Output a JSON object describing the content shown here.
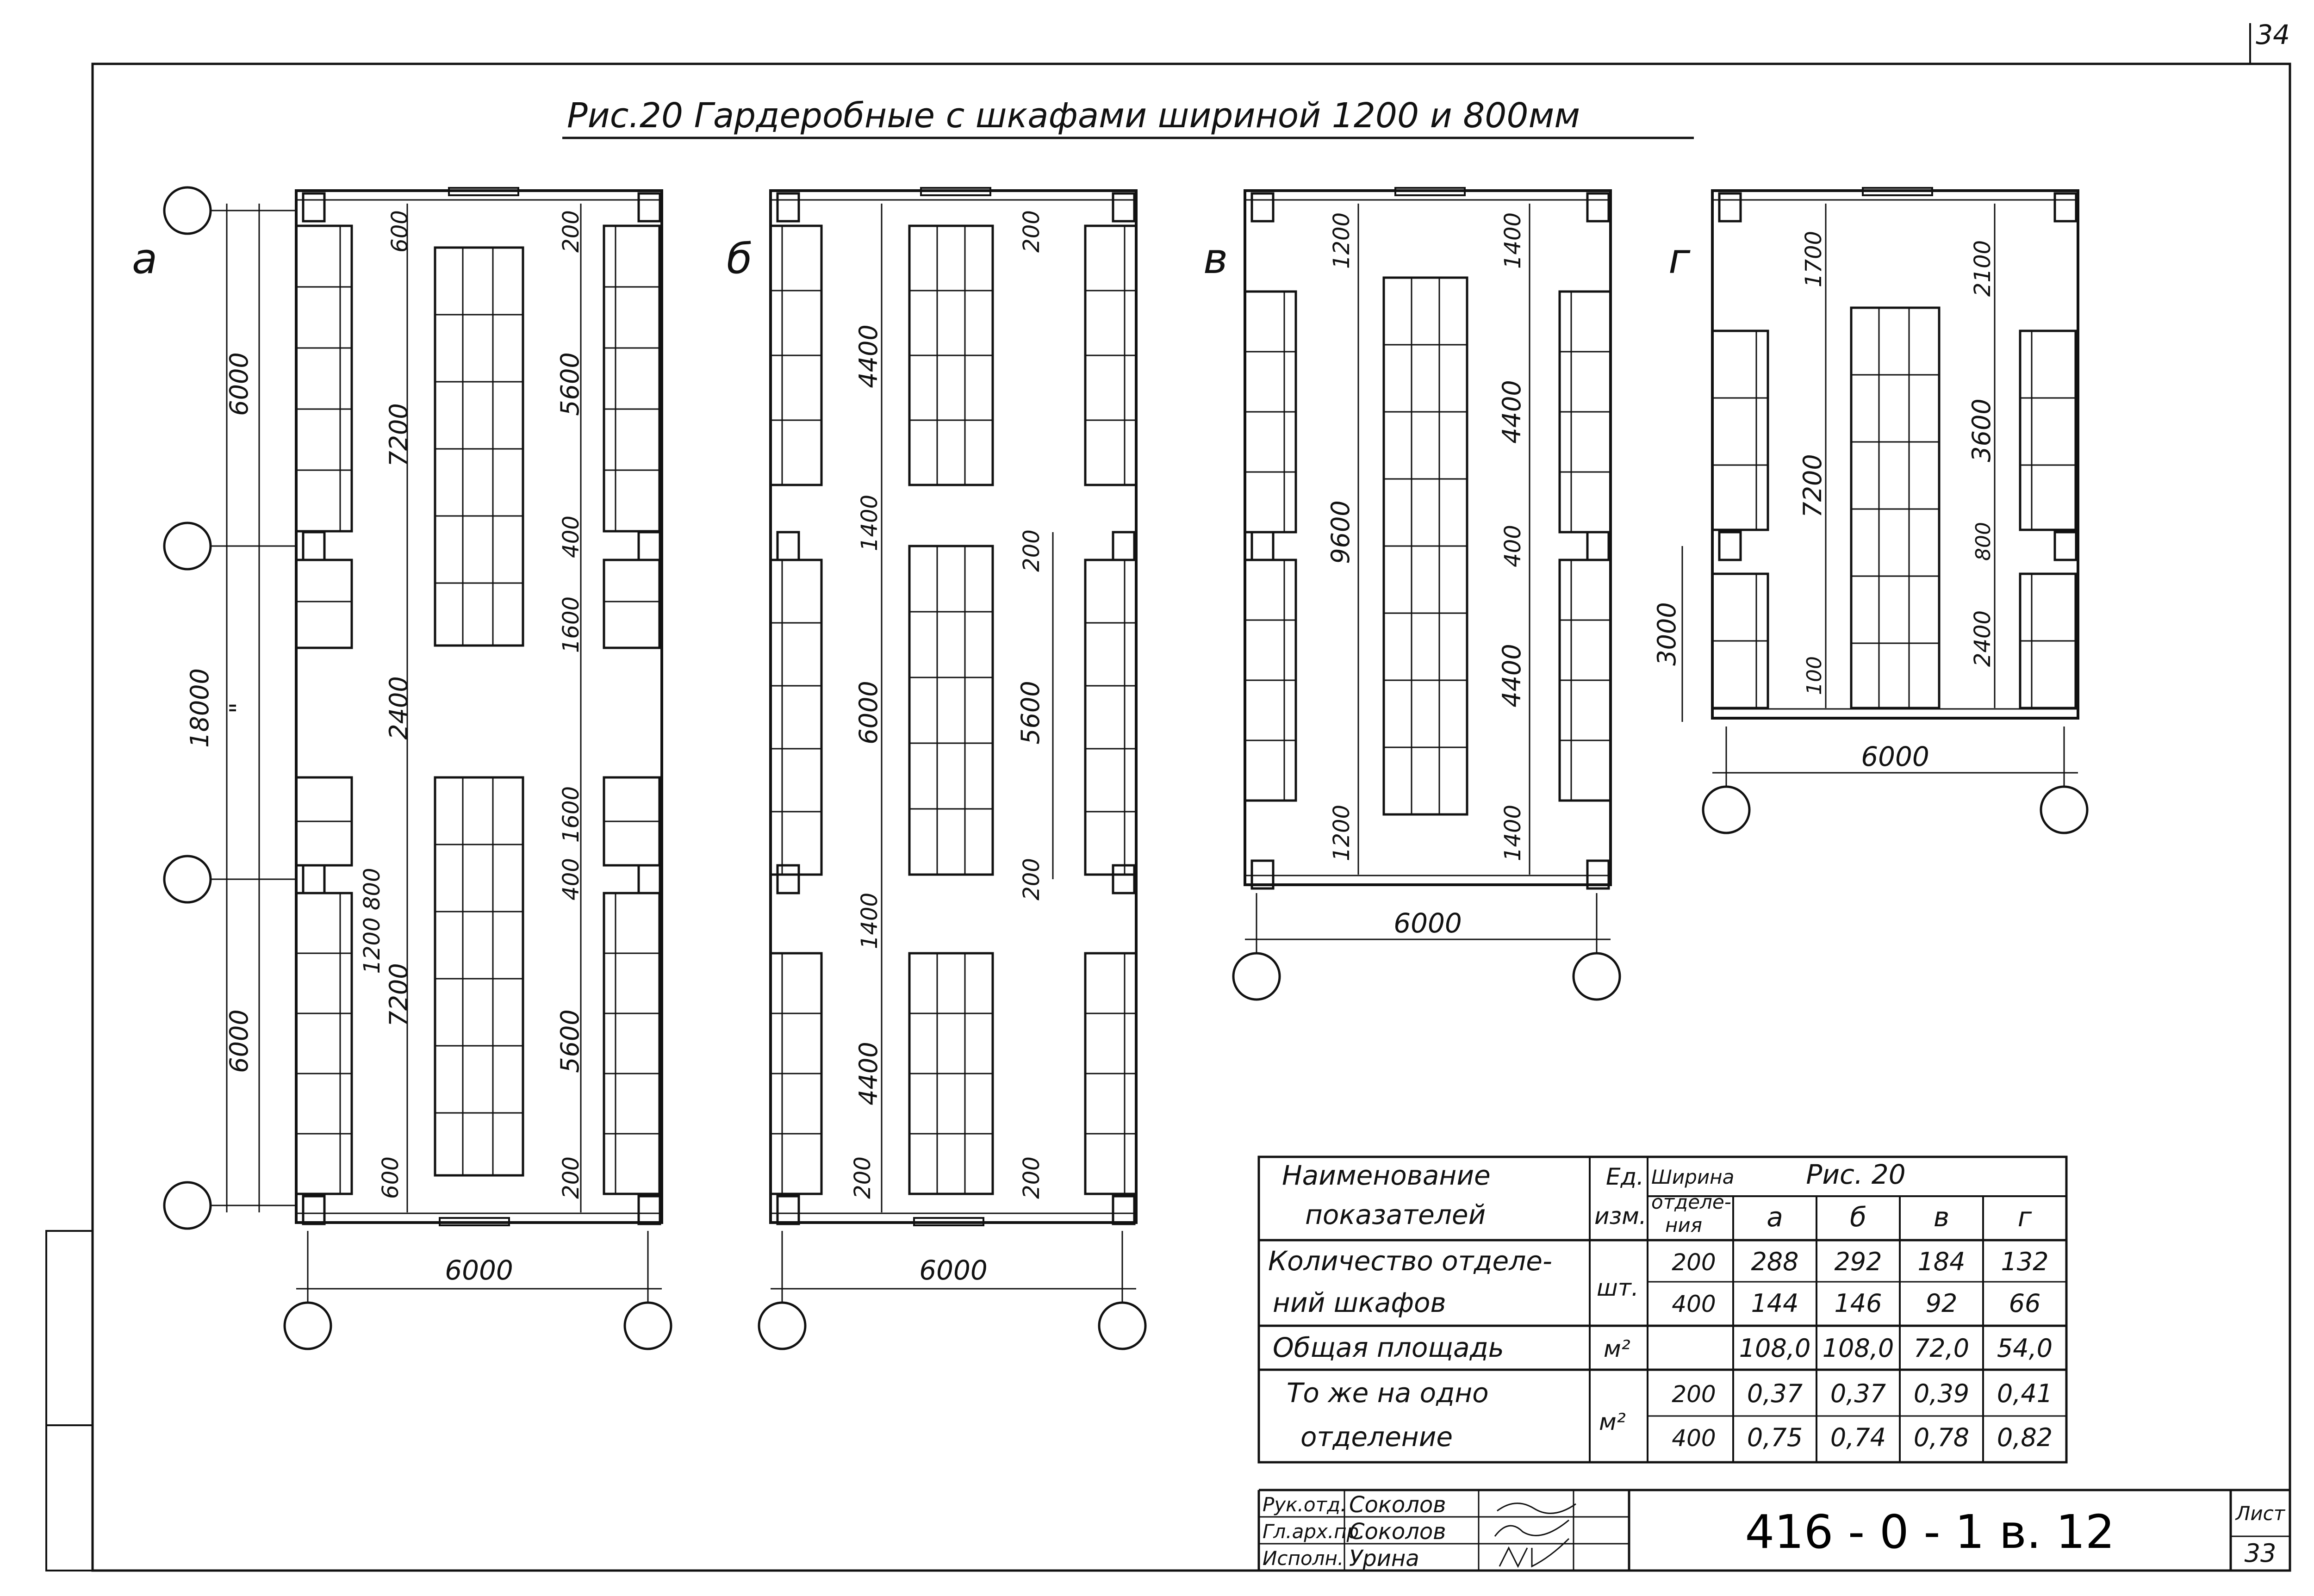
{
  "sheet": {
    "corner_number": "34",
    "title": "Рис.20  Гардеробные  с  шкафами  шириной  1200 и 800мм"
  },
  "variants": {
    "a": {
      "letter": "а",
      "dims_left": [
        "6000",
        "18000",
        "\"",
        "6000"
      ],
      "dims_inner_left": [
        "7200",
        "2400",
        "1200 800",
        "7200",
        "600",
        "600"
      ],
      "dims_inner_right": [
        "200",
        "5600",
        "400",
        "1600",
        "1600",
        "400",
        "5600",
        "200"
      ],
      "dim_bottom": "6000"
    },
    "b": {
      "letter": "б",
      "dims": [
        "4400",
        "1400",
        "6000",
        "1400",
        "4400",
        "200",
        "200",
        "200",
        "5600",
        "200",
        "200"
      ],
      "dim_bottom": "6000"
    },
    "v": {
      "letter": "в",
      "dims": [
        "1200",
        "9600",
        "1200",
        "1400",
        "4400",
        "400",
        "4400",
        "1400"
      ],
      "dim_bottom": "6000"
    },
    "g": {
      "letter": "г",
      "dims": [
        "1700",
        "7200",
        "100",
        "3000",
        "2100",
        "3600",
        "800",
        "2400"
      ],
      "dim_bottom": "6000"
    }
  },
  "table": {
    "headers": {
      "name": [
        "Наименование",
        "показателей"
      ],
      "unit": [
        "Ед.",
        "изм."
      ],
      "width": [
        "Ширина",
        "отделе-",
        "ния"
      ],
      "fig": "Рис. 20",
      "cols": [
        "а",
        "б",
        "в",
        "г"
      ]
    },
    "rows": [
      {
        "name": [
          "Количество отделе-",
          "ний      шкафов"
        ],
        "unit": "шт.",
        "sub": [
          {
            "width": "200",
            "values": [
              "288",
              "292",
              "184",
              "132"
            ]
          },
          {
            "width": "400",
            "values": [
              "144",
              "146",
              "92",
              "66"
            ]
          }
        ]
      },
      {
        "name": [
          "Общая    площадь"
        ],
        "unit": "м²",
        "sub": [
          {
            "width": "",
            "values": [
              "108,0",
              "108,0",
              "72,0",
              "54,0"
            ]
          }
        ]
      },
      {
        "name": [
          "То же   на одно",
          "отделение"
        ],
        "unit": "м²",
        "sub": [
          {
            "width": "200",
            "values": [
              "0,37",
              "0,37",
              "0,39",
              "0,41"
            ]
          },
          {
            "width": "400",
            "values": [
              "0,75",
              "0,74",
              "0,78",
              "0,82"
            ]
          }
        ]
      }
    ]
  },
  "title_block": {
    "roles": [
      "Рук.отд.",
      "Гл.арх.пр.",
      "Исполн."
    ],
    "names": [
      "Соколов",
      "Соколов",
      "Урина"
    ],
    "doc_code": "416 - 0 - 1   в. 12",
    "sheet_label": "Лист",
    "sheet_number": "33"
  }
}
